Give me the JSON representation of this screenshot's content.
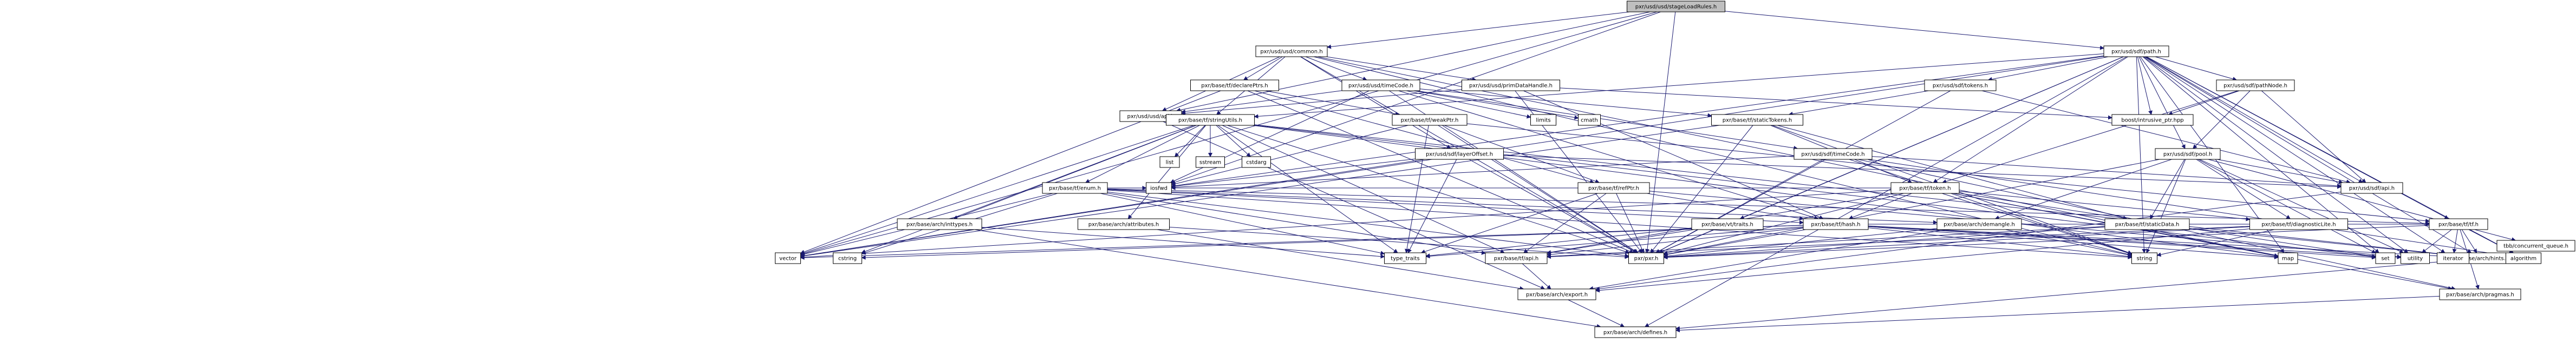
{
  "graph": {
    "nodes": [
      {
        "id": "root",
        "label": "pxr/usd/usd/stageLoadRules.h",
        "highlight": true
      },
      {
        "id": "usd_common",
        "label": "pxr/usd/usd/common.h"
      },
      {
        "id": "sdf_path",
        "label": "pxr/usd/sdf/path.h"
      },
      {
        "id": "usd_api",
        "label": "pxr/usd/usd/api.h"
      },
      {
        "id": "tf_declarePtrs",
        "label": "pxr/base/tf/declarePtrs.h"
      },
      {
        "id": "usd_timeCode",
        "label": "pxr/usd/usd/timeCode.h"
      },
      {
        "id": "usd_primDataHandle",
        "label": "pxr/usd/usd/primDataHandle.h"
      },
      {
        "id": "sdf_tokens",
        "label": "pxr/usd/sdf/tokens.h"
      },
      {
        "id": "sdf_pathNode",
        "label": "pxr/usd/sdf/pathNode.h"
      },
      {
        "id": "boost_intrusive",
        "label": "boost/intrusive_ptr.hpp"
      },
      {
        "id": "tf_stringUtils",
        "label": "pxr/base/tf/stringUtils.h"
      },
      {
        "id": "tf_weakPtr",
        "label": "pxr/base/tf/weakPtr.h"
      },
      {
        "id": "tf_staticTokens",
        "label": "pxr/base/tf/staticTokens.h"
      },
      {
        "id": "sdf_layerOffset",
        "label": "pxr/usd/sdf/layerOffset.h"
      },
      {
        "id": "sdf_timeCode",
        "label": "pxr/usd/sdf/timeCode.h"
      },
      {
        "id": "sdf_pool",
        "label": "pxr/usd/sdf/pool.h"
      },
      {
        "id": "tf_enum",
        "label": "pxr/base/tf/enum.h"
      },
      {
        "id": "tf_refPtr",
        "label": "pxr/base/tf/refPtr.h"
      },
      {
        "id": "tf_token",
        "label": "pxr/base/tf/token.h"
      },
      {
        "id": "arch_hints",
        "label": "pxr/base/arch/hints.h"
      },
      {
        "id": "arch_inttypes",
        "label": "pxr/base/arch/inttypes.h"
      },
      {
        "id": "arch_attributes",
        "label": "pxr/base/arch/attributes.h"
      },
      {
        "id": "vt_traits",
        "label": "pxr/base/vt/traits.h"
      },
      {
        "id": "tf_hash",
        "label": "pxr/base/tf/hash.h"
      },
      {
        "id": "arch_demangle",
        "label": "pxr/base/arch/demangle.h"
      },
      {
        "id": "tf_staticData",
        "label": "pxr/base/tf/staticData.h"
      },
      {
        "id": "tf_diagnosticLite",
        "label": "pxr/base/tf/diagnosticLite.h"
      },
      {
        "id": "sdf_api",
        "label": "pxr/usd/sdf/api.h"
      },
      {
        "id": "tf_api",
        "label": "pxr/base/tf/api.h"
      },
      {
        "id": "tf_tf",
        "label": "pxr/base/tf/tf.h"
      },
      {
        "id": "pxr",
        "label": "pxr/pxr.h"
      },
      {
        "id": "arch_export",
        "label": "pxr/base/arch/export.h"
      },
      {
        "id": "arch_defines",
        "label": "pxr/base/arch/defines.h"
      },
      {
        "id": "arch_pragmas",
        "label": "pxr/base/arch/pragmas.h"
      },
      {
        "id": "s_vector",
        "label": "vector"
      },
      {
        "id": "s_cstring",
        "label": "cstring"
      },
      {
        "id": "s_type_traits",
        "label": "type_traits"
      },
      {
        "id": "s_iosfwd",
        "label": "iosfwd"
      },
      {
        "id": "s_list",
        "label": "list"
      },
      {
        "id": "s_sstream",
        "label": "sstream"
      },
      {
        "id": "s_cstdarg",
        "label": "cstdarg"
      },
      {
        "id": "s_limits",
        "label": "limits"
      },
      {
        "id": "s_cmath",
        "label": "cmath"
      },
      {
        "id": "s_string",
        "label": "string"
      },
      {
        "id": "s_map",
        "label": "map"
      },
      {
        "id": "s_set",
        "label": "set"
      },
      {
        "id": "s_utility",
        "label": "utility"
      },
      {
        "id": "s_algorithm",
        "label": "algorithm"
      },
      {
        "id": "s_iterator",
        "label": "iterator"
      },
      {
        "id": "tbb_cq",
        "label": "tbb/concurrent_queue.h"
      }
    ],
    "edges": [
      [
        "root",
        "usd_common"
      ],
      [
        "root",
        "sdf_path"
      ],
      [
        "root",
        "usd_api"
      ],
      [
        "root",
        "pxr"
      ],
      [
        "root",
        "s_vector"
      ],
      [
        "root",
        "s_iosfwd"
      ],
      [
        "usd_common",
        "usd_api"
      ],
      [
        "usd_common",
        "tf_declarePtrs"
      ],
      [
        "usd_common",
        "usd_timeCode"
      ],
      [
        "usd_common",
        "usd_primDataHandle"
      ],
      [
        "usd_common",
        "sdf_layerOffset"
      ],
      [
        "usd_common",
        "tf_stringUtils"
      ],
      [
        "usd_common",
        "pxr"
      ],
      [
        "usd_common",
        "s_string"
      ],
      [
        "usd_common",
        "s_map"
      ],
      [
        "sdf_path",
        "sdf_api"
      ],
      [
        "sdf_path",
        "sdf_pathNode"
      ],
      [
        "sdf_path",
        "sdf_tokens"
      ],
      [
        "sdf_path",
        "sdf_pool"
      ],
      [
        "sdf_path",
        "tf_stringUtils"
      ],
      [
        "sdf_path",
        "tf_token"
      ],
      [
        "sdf_path",
        "tf_tf"
      ],
      [
        "sdf_path",
        "vt_traits"
      ],
      [
        "sdf_path",
        "pxr"
      ],
      [
        "sdf_path",
        "boost_intrusive"
      ],
      [
        "sdf_path",
        "s_set"
      ],
      [
        "sdf_path",
        "s_string"
      ],
      [
        "sdf_path",
        "s_iosfwd"
      ],
      [
        "sdf_path",
        "s_vector"
      ],
      [
        "sdf_path",
        "s_map"
      ],
      [
        "sdf_path",
        "s_utility"
      ],
      [
        "sdf_path",
        "s_algorithm"
      ],
      [
        "sdf_path",
        "s_iterator"
      ],
      [
        "sdf_path",
        "arch_defines"
      ],
      [
        "sdf_path",
        "arch_hints"
      ],
      [
        "usd_api",
        "arch_export"
      ],
      [
        "tf_declarePtrs",
        "tf_weakPtr"
      ],
      [
        "tf_declarePtrs",
        "tf_refPtr"
      ],
      [
        "tf_declarePtrs",
        "pxr"
      ],
      [
        "tf_declarePtrs",
        "s_vector"
      ],
      [
        "usd_timeCode",
        "usd_api"
      ],
      [
        "usd_timeCode",
        "sdf_timeCode"
      ],
      [
        "usd_timeCode",
        "tf_staticTokens"
      ],
      [
        "usd_timeCode",
        "tf_hash"
      ],
      [
        "usd_timeCode",
        "s_limits"
      ],
      [
        "usd_timeCode",
        "s_cmath"
      ],
      [
        "usd_timeCode",
        "s_iosfwd"
      ],
      [
        "usd_timeCode",
        "pxr"
      ],
      [
        "usd_primDataHandle",
        "pxr"
      ],
      [
        "usd_primDataHandle",
        "usd_api"
      ],
      [
        "usd_primDataHandle",
        "tf_hash"
      ],
      [
        "usd_primDataHandle",
        "boost_intrusive"
      ],
      [
        "sdf_tokens",
        "sdf_api"
      ],
      [
        "sdf_tokens",
        "tf_staticTokens"
      ],
      [
        "sdf_tokens",
        "pxr"
      ],
      [
        "sdf_pathNode",
        "sdf_api"
      ],
      [
        "sdf_pathNode",
        "sdf_pool"
      ],
      [
        "sdf_pathNode",
        "boost_intrusive"
      ],
      [
        "sdf_pathNode",
        "tf_token"
      ],
      [
        "tf_stringUtils",
        "tf_enum"
      ],
      [
        "tf_stringUtils",
        "arch_inttypes"
      ],
      [
        "tf_stringUtils",
        "arch_attributes"
      ],
      [
        "tf_stringUtils",
        "tf_api"
      ],
      [
        "tf_stringUtils",
        "s_list"
      ],
      [
        "tf_stringUtils",
        "s_sstream"
      ],
      [
        "tf_stringUtils",
        "s_cstdarg"
      ],
      [
        "tf_stringUtils",
        "s_vector"
      ],
      [
        "tf_stringUtils",
        "s_cstring"
      ],
      [
        "tf_stringUtils",
        "s_type_traits"
      ],
      [
        "tf_stringUtils",
        "s_set"
      ],
      [
        "tf_stringUtils",
        "s_map"
      ],
      [
        "tf_stringUtils",
        "arch_hints"
      ],
      [
        "tf_stringUtils",
        "pxr"
      ],
      [
        "tf_weakPtr",
        "tf_refPtr"
      ],
      [
        "tf_weakPtr",
        "tf_tf"
      ],
      [
        "tf_weakPtr",
        "pxr"
      ],
      [
        "tf_weakPtr",
        "s_type_traits"
      ],
      [
        "tf_weakPtr",
        "s_iosfwd"
      ],
      [
        "tf_staticTokens",
        "tf_token"
      ],
      [
        "tf_staticTokens",
        "tf_staticData"
      ],
      [
        "tf_staticTokens",
        "pxr"
      ],
      [
        "tf_staticTokens",
        "s_vector"
      ],
      [
        "tf_staticTokens",
        "s_string"
      ],
      [
        "sdf_layerOffset",
        "sdf_api"
      ],
      [
        "sdf_layerOffset",
        "pxr"
      ],
      [
        "sdf_layerOffset",
        "s_iosfwd"
      ],
      [
        "sdf_layerOffset",
        "s_vector"
      ],
      [
        "sdf_layerOffset",
        "s_type_traits"
      ],
      [
        "sdf_timeCode",
        "sdf_api"
      ],
      [
        "sdf_timeCode",
        "pxr"
      ],
      [
        "sdf_timeCode",
        "s_iosfwd"
      ],
      [
        "sdf_timeCode",
        "s_string"
      ],
      [
        "sdf_timeCode",
        "s_algorithm"
      ],
      [
        "sdf_timeCode",
        "arch_pragmas"
      ],
      [
        "sdf_pool",
        "sdf_api"
      ],
      [
        "sdf_pool",
        "tf_staticData"
      ],
      [
        "sdf_pool",
        "tf_diagnosticLite"
      ],
      [
        "sdf_pool",
        "arch_demangle"
      ],
      [
        "sdf_pool",
        "pxr"
      ],
      [
        "sdf_pool",
        "tbb_cq"
      ],
      [
        "sdf_pool",
        "s_string"
      ],
      [
        "sdf_pool",
        "s_utility"
      ],
      [
        "sdf_pool",
        "s_set"
      ],
      [
        "tf_enum",
        "tf_hash"
      ],
      [
        "tf_enum",
        "arch_demangle"
      ],
      [
        "tf_enum",
        "tf_api"
      ],
      [
        "tf_enum",
        "tf_tf"
      ],
      [
        "tf_enum",
        "s_iosfwd"
      ],
      [
        "tf_enum",
        "s_string"
      ],
      [
        "tf_enum",
        "s_type_traits"
      ],
      [
        "tf_enum",
        "s_vector"
      ],
      [
        "tf_enum",
        "s_cstring"
      ],
      [
        "tf_enum",
        "pxr"
      ],
      [
        "tf_refPtr",
        "tf_hash"
      ],
      [
        "tf_refPtr",
        "tf_api"
      ],
      [
        "tf_refPtr",
        "pxr"
      ],
      [
        "tf_refPtr",
        "s_type_traits"
      ],
      [
        "tf_refPtr",
        "s_utility"
      ],
      [
        "tf_token",
        "tf_hash"
      ],
      [
        "tf_token",
        "tf_api"
      ],
      [
        "tf_token",
        "pxr"
      ],
      [
        "tf_token",
        "s_iosfwd"
      ],
      [
        "tf_token",
        "s_string"
      ],
      [
        "tf_token",
        "s_vector"
      ],
      [
        "tf_token",
        "s_map"
      ],
      [
        "tf_token",
        "s_set"
      ],
      [
        "tf_token",
        "arch_pragmas"
      ],
      [
        "tf_token",
        "tf_diagnosticLite"
      ],
      [
        "arch_hints",
        "arch_defines"
      ],
      [
        "arch_inttypes",
        "arch_defines"
      ],
      [
        "arch_inttypes",
        "s_type_traits"
      ],
      [
        "arch_attributes",
        "arch_export"
      ],
      [
        "arch_attributes",
        "pxr"
      ],
      [
        "vt_traits",
        "s_type_traits"
      ],
      [
        "vt_traits",
        "tf_api"
      ],
      [
        "vt_traits",
        "pxr"
      ],
      [
        "tf_hash",
        "tf_tf"
      ],
      [
        "tf_hash",
        "tf_api"
      ],
      [
        "tf_hash",
        "s_cstring"
      ],
      [
        "tf_hash",
        "s_string"
      ],
      [
        "tf_hash",
        "s_map"
      ],
      [
        "tf_hash",
        "s_set"
      ],
      [
        "tf_hash",
        "s_type_traits"
      ],
      [
        "tf_hash",
        "s_utility"
      ],
      [
        "tf_hash",
        "s_vector"
      ],
      [
        "tf_hash",
        "pxr"
      ],
      [
        "tf_hash",
        "arch_hints"
      ],
      [
        "arch_demangle",
        "pxr"
      ],
      [
        "arch_demangle",
        "s_string"
      ],
      [
        "arch_demangle",
        "arch_export"
      ],
      [
        "tf_staticData",
        "pxr"
      ],
      [
        "tf_staticData",
        "arch_hints"
      ],
      [
        "tf_staticData",
        "tf_api"
      ],
      [
        "tf_diagnosticLite",
        "tf_api"
      ],
      [
        "tf_diagnosticLite",
        "pxr"
      ],
      [
        "tf_diagnosticLite",
        "s_string"
      ],
      [
        "tf_diagnosticLite",
        "arch_export"
      ],
      [
        "sdf_api",
        "arch_export"
      ],
      [
        "tf_api",
        "arch_export"
      ],
      [
        "tf_tf",
        "pxr"
      ],
      [
        "tf_tf",
        "s_utility"
      ],
      [
        "tf_tf",
        "s_iterator"
      ],
      [
        "tf_tf",
        "arch_hints"
      ],
      [
        "tf_tf",
        "s_algorithm"
      ],
      [
        "tf_tf",
        "arch_pragmas"
      ],
      [
        "arch_export",
        "arch_defines"
      ],
      [
        "arch_pragmas",
        "arch_defines"
      ]
    ]
  }
}
